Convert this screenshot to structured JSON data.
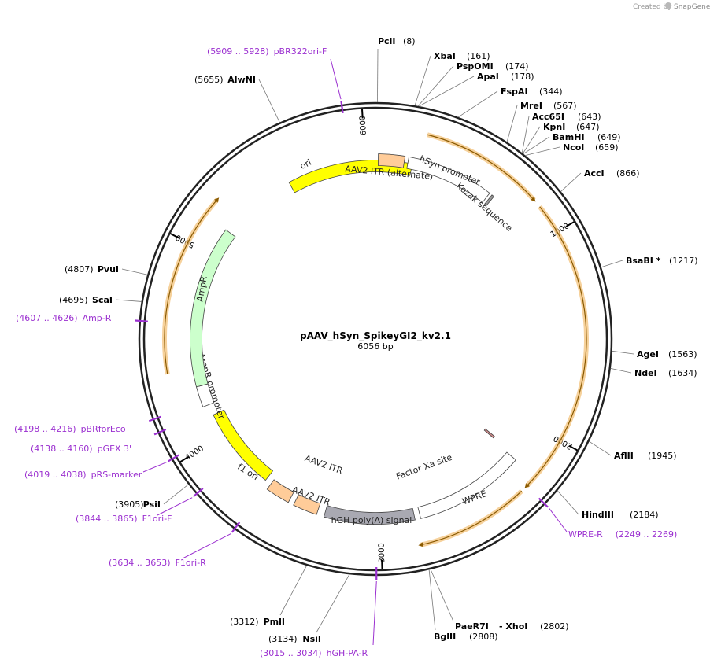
{
  "credit": {
    "prefix": "Created by",
    "brand": "SnapGene"
  },
  "plasmid": {
    "name": "pAAV_hSyn_SpikeyGI2_kv2.1",
    "size_label": "6056 bp",
    "length": 6056
  },
  "ticks": [
    {
      "pos": 1000,
      "label": "1000"
    },
    {
      "pos": 2000,
      "label": "2000"
    },
    {
      "pos": 3000,
      "label": "3000"
    },
    {
      "pos": 4000,
      "label": "4000"
    },
    {
      "pos": 5000,
      "label": "5000"
    },
    {
      "pos": 6000,
      "label": "6000"
    }
  ],
  "sites": [
    {
      "name": "PciI",
      "pos_text": "(8)",
      "pos": 8
    },
    {
      "name": "XbaI",
      "pos_text": "(161)",
      "pos": 161
    },
    {
      "name": "PspOMI",
      "pos_text": "(174)",
      "pos": 174
    },
    {
      "name": "ApaI",
      "pos_text": "(178)",
      "pos": 178
    },
    {
      "name": "FspAI",
      "pos_text": "(344)",
      "pos": 344
    },
    {
      "name": "MreI",
      "pos_text": "(567)",
      "pos": 567
    },
    {
      "name": "Acc65I",
      "pos_text": "(643)",
      "pos": 643
    },
    {
      "name": "KpnI",
      "pos_text": "(647)",
      "pos": 647
    },
    {
      "name": "BamHI",
      "pos_text": "(649)",
      "pos": 649
    },
    {
      "name": "NcoI",
      "pos_text": "(659)",
      "pos": 659
    },
    {
      "name": "AccI",
      "pos_text": "(866)",
      "pos": 866
    },
    {
      "name": "BsaBI *",
      "pos_text": "(1217)",
      "pos": 1217
    },
    {
      "name": "AgeI",
      "pos_text": "(1563)",
      "pos": 1563
    },
    {
      "name": "NdeI",
      "pos_text": "(1634)",
      "pos": 1634
    },
    {
      "name": "AflII",
      "pos_text": "(1945)",
      "pos": 1945
    },
    {
      "name": "HindIII",
      "pos_text": "(2184)",
      "pos": 2184
    },
    {
      "name": "PaeR7I",
      "pos_text": "",
      "pos": 2802
    },
    {
      "name": "- XhoI",
      "pos_text": "(2802)",
      "pos": 2802
    },
    {
      "name": "BglII",
      "pos_text": "(2808)",
      "pos": 2808
    },
    {
      "name": "NsiI",
      "pos_text": "(3134)",
      "pos": 3134
    },
    {
      "name": "PmlI",
      "pos_text": "(3312)",
      "pos": 3312
    },
    {
      "name": "PsiI",
      "pos_text": "(3905)",
      "pos": 3905
    },
    {
      "name": "ScaI",
      "pos_text": "(4695)",
      "pos": 4695
    },
    {
      "name": "PvuI",
      "pos_text": "(4807)",
      "pos": 4807
    },
    {
      "name": "AlwNI",
      "pos_text": "(5655)",
      "pos": 5655
    }
  ],
  "primers": [
    {
      "name": "pBR322ori-F",
      "range": "(5909 .. 5928)",
      "pos": 5918
    },
    {
      "name": "WPRE-R",
      "range": "(2249 .. 2269)",
      "pos": 2259
    },
    {
      "name": "hGH-PA-R",
      "range": "(3015 .. 3034)",
      "pos": 3024
    },
    {
      "name": "F1ori-R",
      "range": "(3634 .. 3653)",
      "pos": 3643
    },
    {
      "name": "F1ori-F",
      "range": "(3844 .. 3865)",
      "pos": 3854
    },
    {
      "name": "pRS-marker",
      "range": "(4019 .. 4038)",
      "pos": 4028
    },
    {
      "name": "pGEX 3'",
      "range": "(4138 .. 4160)",
      "pos": 4149
    },
    {
      "name": "pBRforEco",
      "range": "(4198 .. 4216)",
      "pos": 4207
    },
    {
      "name": "Amp-R",
      "range": "(4607 .. 4626)",
      "pos": 4616
    }
  ],
  "features": [
    {
      "name": "ori",
      "color": "#ffff00",
      "start": 5570,
      "end": 200
    },
    {
      "name": "AAV2 ITR (alternate)",
      "color": "#ffcc99",
      "start": 15,
      "end": 155
    },
    {
      "name": "hSyn promoter",
      "color": "#ffffff",
      "start": 175,
      "end": 640
    },
    {
      "name": "Kozak sequence",
      "color": "#999999",
      "start": 655,
      "end": 668
    },
    {
      "name": "WPRE",
      "color": "#ffffff",
      "start": 2200,
      "end": 2790
    },
    {
      "name": "Factor Xa site",
      "color": "#cc8888",
      "start": 2175,
      "end": 2187
    },
    {
      "name": "hGH poly(A) signal",
      "color": "#a9a9b2",
      "start": 2820,
      "end": 3300
    },
    {
      "name": "AAV2 ITR",
      "color": "#ffcc99",
      "start": 3340,
      "end": 3470
    },
    {
      "name": "AAV2 ITR",
      "color": "#ffcc99",
      "start": 3500,
      "end": 3630
    },
    {
      "name": "f1 ori",
      "color": "#ffff00",
      "start": 3665,
      "end": 4120
    },
    {
      "name": "AmpR promoter",
      "color": "#ffffff",
      "start": 4180,
      "end": 4290
    },
    {
      "name": "AmpR",
      "color": "#ccffcc",
      "start": 4290,
      "end": 5150
    }
  ],
  "orfs": [
    {
      "start": 240,
      "end": 820
    },
    {
      "start": 860,
      "end": 2260
    },
    {
      "start": 2290,
      "end": 2820
    },
    {
      "start": 4380,
      "end": 5240
    }
  ],
  "colors": {
    "primer": "#9b30d0",
    "orf": "#f3c17a",
    "orf_line": "#8a5a00",
    "backbone": "#222222"
  }
}
